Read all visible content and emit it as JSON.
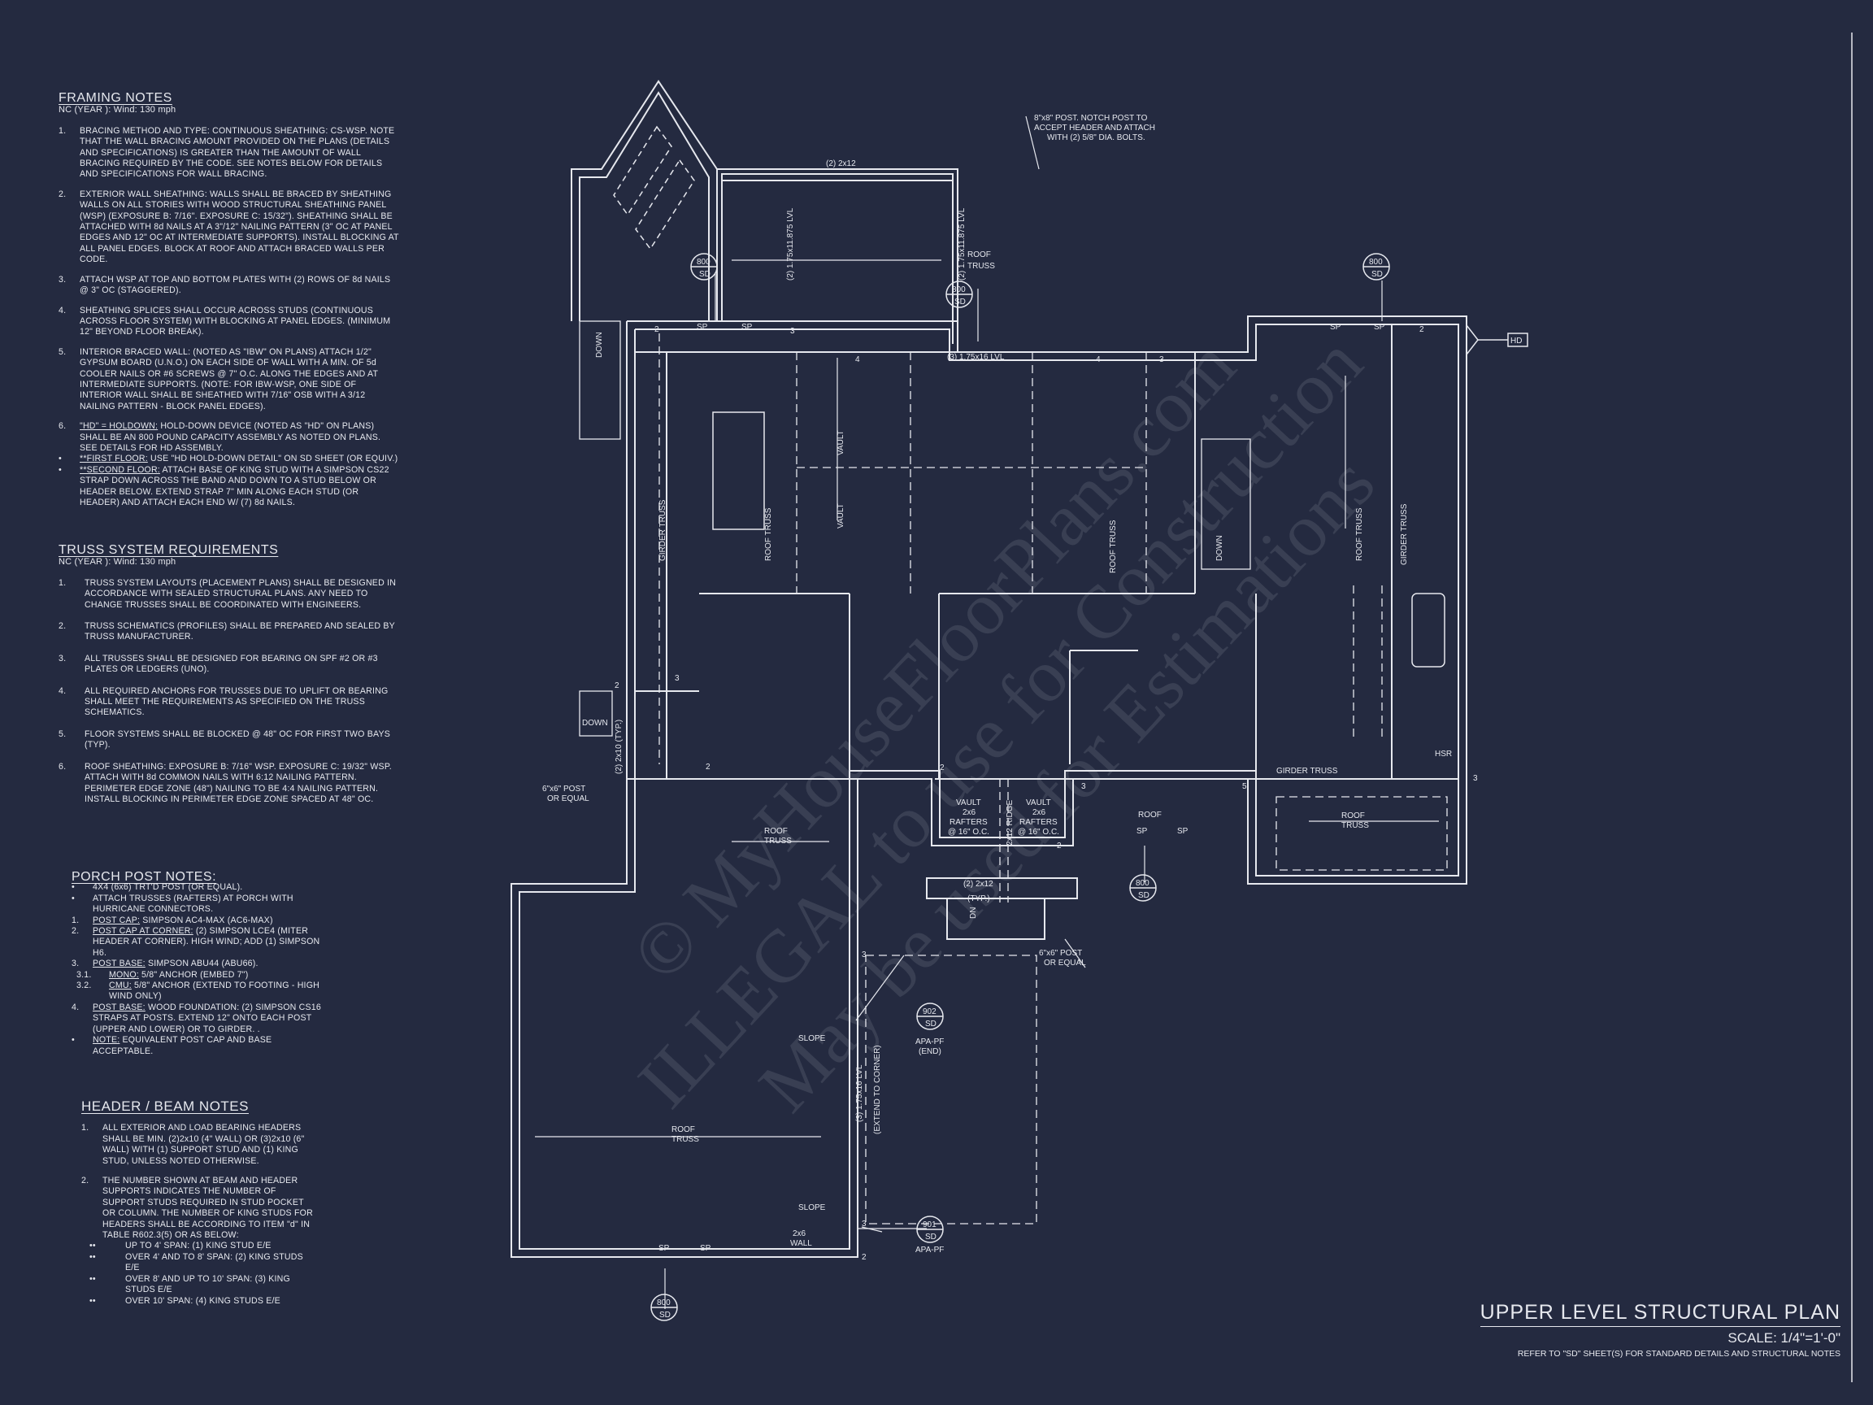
{
  "framing_notes": {
    "title": "FRAMING NOTES",
    "subtitle": "NC (YEAR ): Wind: 130 mph",
    "items": [
      {
        "n": "1.",
        "text": "BRACING METHOD AND TYPE: CONTINUOUS SHEATHING: CS-WSP. NOTE THAT THE WALL BRACING AMOUNT PROVIDED ON THE PLANS (DETAILS AND SPECIFICATIONS) IS GREATER THAN THE AMOUNT OF WALL BRACING REQUIRED BY THE CODE. SEE NOTES BELOW FOR DETAILS AND SPECIFICATIONS FOR WALL BRACING."
      },
      {
        "n": "2.",
        "text": "EXTERIOR WALL SHEATHING: WALLS SHALL BE BRACED BY SHEATHING WALLS ON ALL STORIES WITH WOOD STRUCTURAL SHEATHING PANEL (WSP) (EXPOSURE B: 7/16\". EXPOSURE C: 15/32\"). SHEATHING SHALL BE ATTACHED WITH 8d NAILS AT A 3\"/12\" NAILING PATTERN (3\" OC AT PANEL EDGES AND 12\" OC AT INTERMEDIATE SUPPORTS). INSTALL BLOCKING AT ALL PANEL EDGES. BLOCK AT ROOF AND ATTACH BRACED WALLS PER CODE."
      },
      {
        "n": "3.",
        "text": "ATTACH WSP AT TOP AND BOTTOM PLATES WITH (2) ROWS OF 8d NAILS @ 3\" OC (STAGGERED)."
      },
      {
        "n": "4.",
        "text": "SHEATHING SPLICES SHALL OCCUR ACROSS STUDS (CONTINUOUS ACROSS FLOOR SYSTEM) WITH BLOCKING AT PANEL EDGES. (MINIMUM 12\" BEYOND FLOOR BREAK)."
      },
      {
        "n": "5.",
        "text": "INTERIOR BRACED WALL: (NOTED AS \"IBW\" ON PLANS) ATTACH 1/2\" GYPSUM BOARD (U.N.O.) ON EACH SIDE OF WALL WITH A MIN. OF 5d COOLER NAILS OR #6 SCREWS @ 7\" O.C. ALONG THE EDGES AND AT INTERMEDIATE SUPPORTS. (NOTE: FOR IBW-WSP, ONE SIDE OF INTERIOR WALL SHALL BE SHEATHED WITH 7/16\" OSB WITH A 3/12 NAILING PATTERN - BLOCK PANEL EDGES)."
      }
    ],
    "item6": {
      "n": "6.",
      "label": "\"HD\" = HOLDOWN:",
      "text": " HOLD-DOWN DEVICE (NOTED AS \"HD\" ON PLANS) SHALL BE AN 800 POUND CAPACITY ASSEMBLY AS NOTED ON PLANS. SEE DETAILS FOR HD ASSEMBLY."
    },
    "bullet1": {
      "label": "**FIRST FLOOR:",
      "text": "  USE \"HD HOLD-DOWN DETAIL\" ON SD SHEET (OR EQUIV.)"
    },
    "bullet2": {
      "label": "**SECOND FLOOR:",
      "text": " ATTACH BASE OF KING STUD WITH A SIMPSON CS22 STRAP DOWN ACROSS THE BAND AND DOWN TO A STUD BELOW OR HEADER BELOW.  EXTEND STRAP 7\" MIN ALONG EACH STUD (OR HEADER) AND ATTACH EACH END W/ (7) 8d NAILS."
    }
  },
  "truss_requirements": {
    "title": "TRUSS SYSTEM REQUIREMENTS",
    "subtitle": "NC (YEAR ): Wind: 130 mph",
    "items": [
      {
        "n": "1.",
        "text": "TRUSS SYSTEM LAYOUTS (PLACEMENT PLANS)  SHALL BE DESIGNED IN ACCORDANCE WITH SEALED STRUCTURAL PLANS. ANY NEED TO CHANGE TRUSSES SHALL BE COORDINATED  WITH  ENGINEERS."
      },
      {
        "n": "2.",
        "text": "TRUSS SCHEMATICS (PROFILES) SHALL BE  PREPARED AND SEALED BY TRUSS  MANUFACTURER."
      },
      {
        "n": "3.",
        "text": "ALL TRUSSES SHALL BE DESIGNED FOR  BEARING ON SPF #2 OR #3 PLATES OR LEDGERS  (UNO)."
      },
      {
        "n": "4.",
        "text": "ALL REQUIRED ANCHORS FOR TRUSSES DUE  TO UPLIFT OR BEARING SHALL MEET THE  REQUIREMENTS AS SPECIFIED ON THE TRUSS  SCHEMATICS."
      },
      {
        "n": "5.",
        "text": "FLOOR SYSTEMS SHALL BE BLOCKED @ 48\" OC FOR FIRST TWO BAYS (TYP)."
      },
      {
        "n": "6.",
        "text": "ROOF SHEATHING: EXPOSURE B: 7/16\" WSP. EXPOSURE C: 19/32\" WSP. ATTACH WITH 8d COMMON NAILS WITH 6:12 NAILING PATTERN. PERIMETER EDGE ZONE (48\") NAILING TO BE 4:4 NAILING PATTERN. INSTALL BLOCKING IN PERIMETER EDGE ZONE SPACED AT 48\" OC."
      }
    ]
  },
  "porch_post_notes": {
    "title": "PORCH POST NOTES:",
    "items": [
      {
        "n": "•",
        "label": "",
        "text": "4X4 (6x6) TRT'D POST (OR EQUAL)."
      },
      {
        "n": "•",
        "label": "",
        "text": "ATTACH TRUSSES (RAFTERS) AT PORCH WITH HURRICANE CONNECTORS."
      },
      {
        "n": "1.",
        "label": "POST CAP:",
        "text": " SIMPSON AC4-MAX (AC6-MAX)"
      },
      {
        "n": "2.",
        "label": "POST CAP AT CORNER:",
        "text": " (2) SIMPSON LCE4 (MITER HEADER AT CORNER).  HIGH WIND; ADD (1) SIMPSON H6."
      },
      {
        "n": "3.",
        "label": "POST BASE:",
        "text": " SIMPSON ABU44 (ABU66)."
      },
      {
        "n": "3.1.",
        "label": "MONO:",
        "text": " 5/8\" ANCHOR (EMBED 7\")"
      },
      {
        "n": "3.2.",
        "label": "CMU:",
        "text": " 5/8\" ANCHOR (EXTEND TO FOOTING - HIGH WIND ONLY)"
      },
      {
        "n": "4.",
        "label": "POST BASE:",
        "text": " WOOD FOUNDATION: (2) SIMPSON CS16 STRAPS AT POSTS.  EXTEND 12\" ONTO EACH POST (UPPER AND LOWER) OR TO GIRDER. ."
      },
      {
        "n": "•",
        "label": "NOTE:",
        "text": " EQUIVALENT POST CAP AND BASE ACCEPTABLE."
      }
    ]
  },
  "header_beam_notes": {
    "title": "HEADER / BEAM NOTES",
    "items": [
      {
        "n": "1.",
        "text": "ALL EXTERIOR AND LOAD BEARING HEADERS SHALL BE MIN. (2)2x10 (4\" WALL) OR (3)2x10 (6\" WALL) WITH (1) SUPPORT STUD AND (1) KING STUD, UNLESS NOTED OTHERWISE."
      },
      {
        "n": "2.",
        "text": "THE NUMBER SHOWN AT BEAM AND HEADER SUPPORTS INDICATES THE NUMBER OF SUPPORT STUDS REQUIRED IN STUD POCKET OR COLUMN. THE NUMBER OF KING STUDS FOR HEADERS SHALL BE ACCORDING TO ITEM \"d\" IN TABLE R602.3(5) OR AS BELOW:"
      }
    ],
    "bullets": [
      {
        "n": "••",
        "text": "UP TO 4' SPAN: (1) KING STUD E/E"
      },
      {
        "n": "••",
        "text": "OVER 4' AND TO 8' SPAN: (2) KING STUDS E/E"
      },
      {
        "n": "••",
        "text": "OVER 8' AND UP TO 10' SPAN: (3) KING STUDS E/E"
      },
      {
        "n": "••",
        "text": "OVER 10' SPAN: (4) KING STUDS E/E"
      }
    ]
  },
  "title_block": {
    "title": "UPPER LEVEL STRUCTURAL PLAN",
    "scale": "SCALE: 1/4\"=1'-0\"",
    "reference": "REFER TO \"SD\" SHEET(S) FOR STANDARD DETAILS AND STRUCTURAL NOTES"
  },
  "plan": {
    "post_note_top_1": "8\"x8\" POST. NOTCH POST TO",
    "post_note_top_2": "ACCEPT HEADER AND ATTACH",
    "post_note_top_3": "WITH (2) 5/8\" DIA. BOLTS.",
    "header_2x12": "(2) 2x12",
    "lvl_11875": "(2) 1.75x11.875 LVL",
    "lvl_16": "(3) 1.75x16 LVL",
    "lvl_16_garage": "(3) 1.75x16 LVL",
    "extend_to_corner": "(EXTEND TO CORNER)",
    "roof": "ROOF",
    "truss": "TRUSS",
    "roof_truss": "ROOF TRUSS",
    "girder_truss": "GIRDER TRUSS",
    "vault": "VAULT",
    "vault_2x6": "2x6",
    "rafters": "RAFTERS",
    "rafters_oc": "@ 16\" O.C.",
    "ridge": "2x12 RIDGE",
    "header_typ": "(2) 2x12",
    "typ": "(TYP.)",
    "post_6x6_1": "6\"x6\" POST",
    "post_6x6_2": "OR EQUAL",
    "detail_num_800": "800",
    "detail_num_901": "901",
    "detail_num_902": "902",
    "detail_sheet": "SD",
    "apa_pf": "APA-PF",
    "apa_pf_end": "(END)",
    "slope": "SLOPE",
    "wall_2x6_1": "2x6",
    "wall_2x6_2": "WALL",
    "down": "DOWN",
    "dn": "DN",
    "hd": "HD",
    "hsr": "HSR",
    "sp": "SP",
    "studs_2": "2",
    "studs_3": "3",
    "studs_4": "4",
    "studs_5": "5",
    "header_2x10_typ": "(2) 2x10 (TYP.)"
  },
  "watermark": {
    "line1": "© MyHouseFloorPlans.com",
    "line2": "ILLEGAL to use for Construction",
    "line3": "May be used for Estimations"
  },
  "colors": {
    "background": "#242a40",
    "linework": "#e6e8ee"
  }
}
